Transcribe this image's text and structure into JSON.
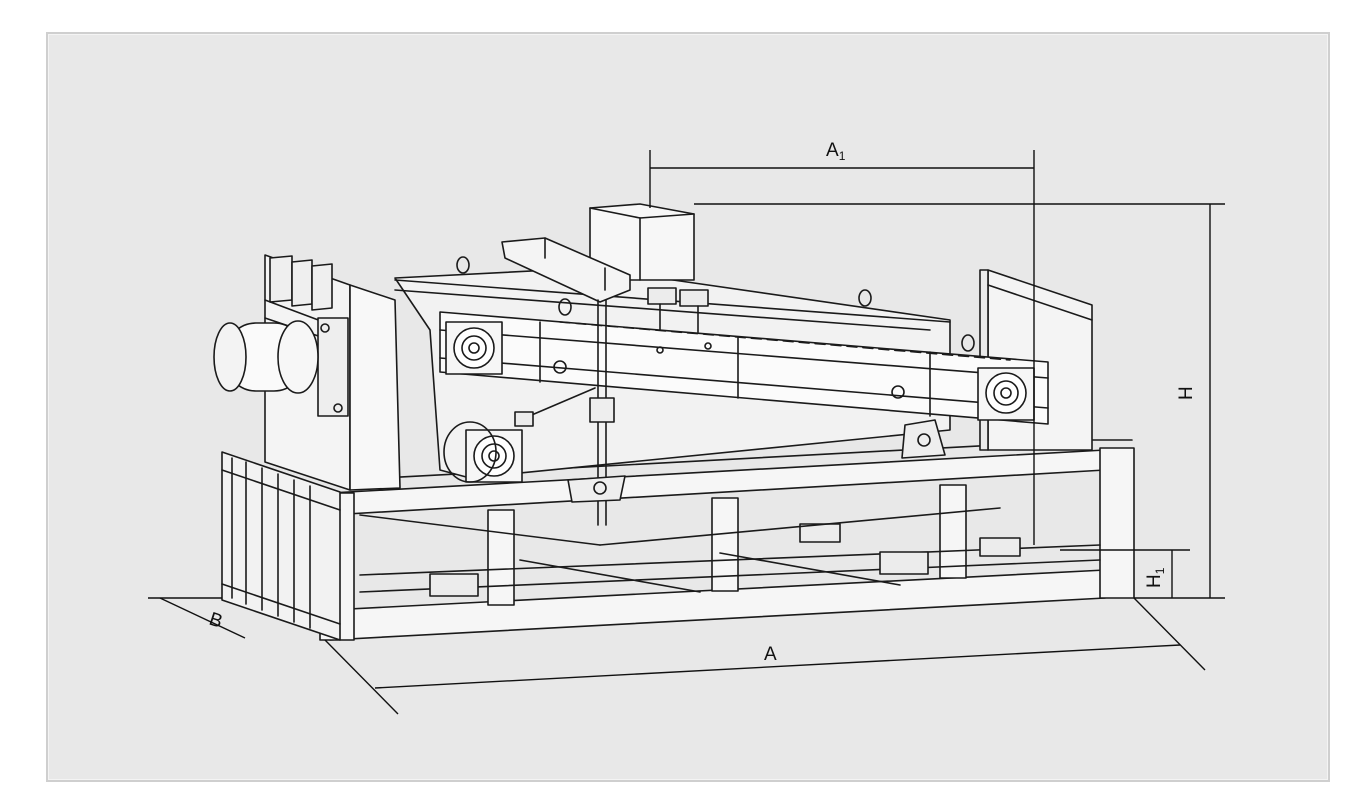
{
  "figure": {
    "labels": {
      "a1": "A",
      "a1_sub": "1",
      "h": "H",
      "h1": "H",
      "h1_sub": "1",
      "a": "A",
      "b": "B"
    }
  }
}
